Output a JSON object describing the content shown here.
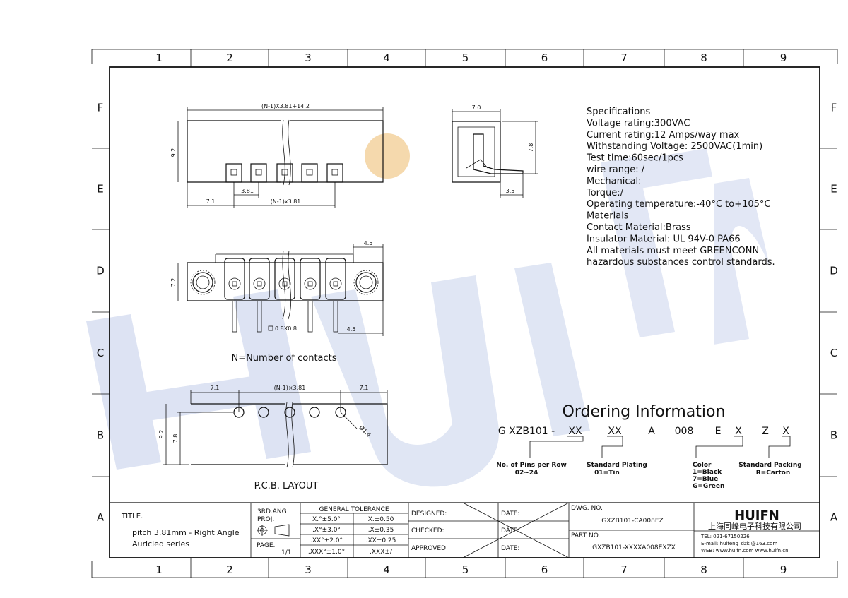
{
  "grid": {
    "columns": [
      "1",
      "2",
      "3",
      "4",
      "5",
      "6",
      "7",
      "8",
      "9"
    ],
    "rows": [
      "F",
      "E",
      "D",
      "C",
      "B",
      "A"
    ]
  },
  "watermark": {
    "text": "HUIFN",
    "dot_color": "#f5d9ad",
    "letter_color": "#dde3f3"
  },
  "front_view": {
    "dim_overall": "(N-1)X3.81+14.2",
    "dim_height": "9.2",
    "dim_pitch": "3.81",
    "dim_left": "7.1",
    "dim_span": "(N-1)x3.81"
  },
  "side_view": {
    "dim_width": "7.0",
    "dim_height": "7.8",
    "dim_pin": "3.5"
  },
  "top_view": {
    "dim_height": "7.2",
    "dim_flange": "4.5",
    "dim_pin_offset": "4.5",
    "dim_pin_section": "0.8X0.8",
    "note": "N=Number of contacts"
  },
  "pcb_layout": {
    "dim_left": "7.1",
    "dim_span": "(N-1)×3.81",
    "dim_right": "7.1",
    "dim_height_outer": "9.2",
    "dim_height_inner": "7.8",
    "dim_hole": "Ø1.4",
    "label": "P.C.B. LAYOUT"
  },
  "specifications": [
    "Specifications",
    "Voltage rating:300VAC",
    "Current rating:12 Amps/way max",
    "Withstanding Voltage: 2500VAC(1min)",
    "Test time:60sec/1pcs",
    "wire range: /",
    "Mechanical:",
    "Torque:/",
    "Operating temperature:-40°C to+105°C",
    "Materials",
    "Contact Material:Brass",
    "Insulator Material: UL 94V-0 PA66",
    "All materials must meet GREENCONN",
    "hazardous substances control standards."
  ],
  "ordering": {
    "title": "Ordering Information",
    "code_parts": [
      "G XZB101 -",
      "XX",
      "XX",
      "A",
      "008",
      "E",
      "X",
      "Z",
      "X"
    ],
    "pins_label": "No. of Pins per Row",
    "pins_range": "02~24",
    "plating_label": "Standard Plating",
    "plating_value": "01=Tin",
    "color_label": "Color",
    "color_values": [
      "1=Black",
      "7=Blue",
      "G=Green"
    ],
    "packing_label": "Standard Packing",
    "packing_value": "R=Carton"
  },
  "title_block": {
    "title_label": "TITLE.",
    "title_line1": "pitch 3.81mm  - Right Angle",
    "title_line2": "Auricled series",
    "proj_line1": "3RD.ANG",
    "proj_line2": "PROJ.",
    "page_label": "PAGE.",
    "page_value": "1/1",
    "tolerance_header": "GENERAL  TOLERANCE",
    "tolerances": [
      [
        "X.°±5.0°",
        "X.±0.50"
      ],
      [
        ".X°±3.0°",
        ".X±0.35"
      ],
      [
        ".XX°±2.0°",
        ".XX±0.25"
      ],
      [
        ".XXX°±1.0°",
        ".XXX±/"
      ]
    ],
    "designed_label": "DESIGNED:",
    "checked_label": "CHECKED:",
    "approved_label": "APPROVED:",
    "date_label": "DATE:",
    "dwg_label": "DWG. NO.",
    "dwg_value": "GXZB101-CA008EZ",
    "part_label": "PART NO.",
    "part_value": "GXZB101-XXXXA008EXZX",
    "company_logo": "HUIFN",
    "company_name": "上海同峰电子科技有限公司",
    "tel": "TEL: 021-67150226",
    "email": "E-mail: huifeng_dzkj@163.com",
    "web": "WEB: www.huifn.com   www.huifn.cn"
  }
}
